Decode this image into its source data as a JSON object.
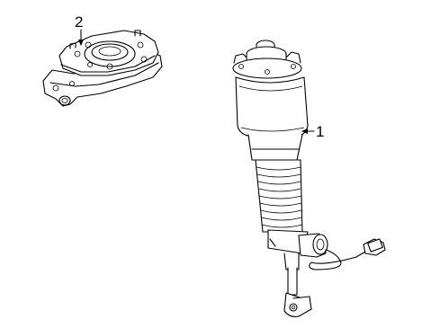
{
  "callouts": [
    {
      "number": "1",
      "part": "air-strut"
    },
    {
      "number": "2",
      "part": "upper-mount"
    }
  ],
  "colors": {
    "line": "#000000",
    "background": "#ffffff"
  }
}
